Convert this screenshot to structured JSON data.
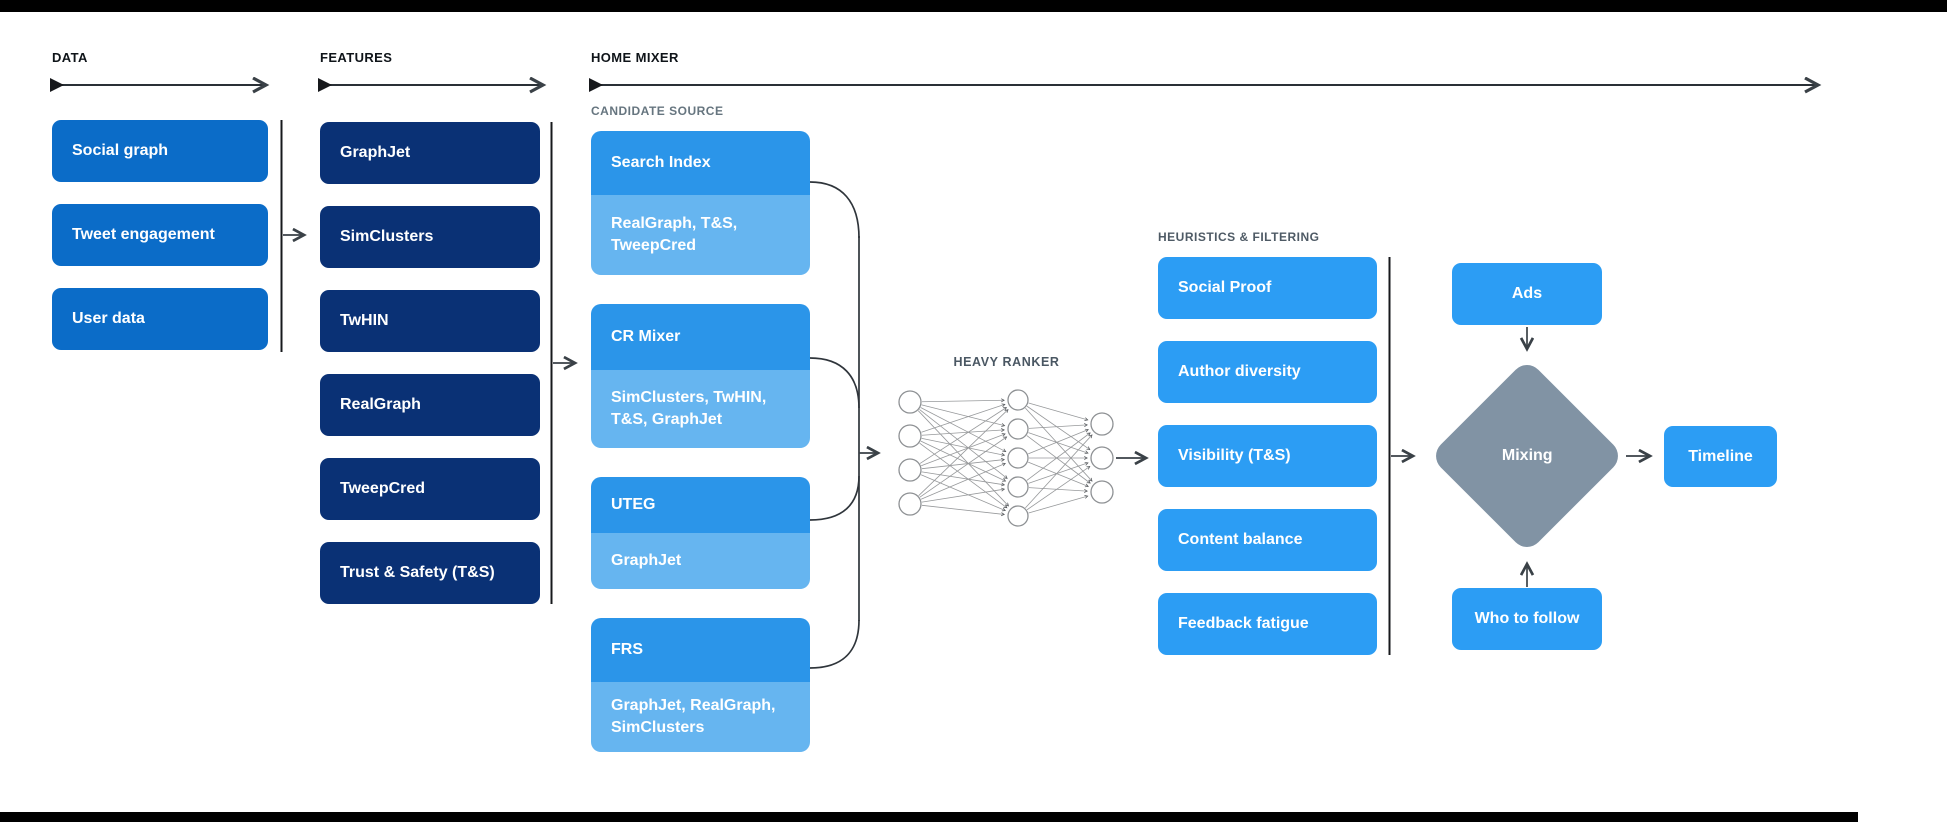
{
  "data_column": {
    "title": "DATA",
    "items": [
      "Social graph",
      "Tweet engagement",
      "User data"
    ]
  },
  "features_column": {
    "title": "FEATURES",
    "items": [
      "GraphJet",
      "SimClusters",
      "TwHIN",
      "RealGraph",
      "TweepCred",
      "Trust & Safety (T&S)"
    ]
  },
  "home_mixer": {
    "title": "HOME MIXER",
    "candidate_source_label": "CANDIDATE SOURCE",
    "candidate_sources": [
      {
        "name": "Search Index",
        "features": "RealGraph, T&S, TweepCred"
      },
      {
        "name": "CR Mixer",
        "features": "SimClusters, TwHIN, T&S, GraphJet"
      },
      {
        "name": "UTEG",
        "features": "GraphJet"
      },
      {
        "name": "FRS",
        "features": "GraphJet, RealGraph, SimClusters"
      }
    ],
    "heavy_ranker": {
      "label": "HEAVY RANKER",
      "layers": [
        4,
        5,
        3
      ]
    },
    "heuristics_label": "HEURISTICS & FILTERING",
    "heuristics": [
      "Social Proof",
      "Author diversity",
      "Visibility (T&S)",
      "Content balance",
      "Feedback fatigue"
    ],
    "ads_label": "Ads",
    "mixing_label": "Mixing",
    "who_to_follow_label": "Who to follow",
    "timeline_label": "Timeline"
  },
  "colors": {
    "data_box_blue": "#0b6cc8",
    "feature_box_navy": "#0a3175",
    "candidate_head_blue": "#2b95e9",
    "candidate_sub_blue": "#66b5f0",
    "bright_blue": "#2c9df4",
    "diamond_gray": "#8193a4",
    "arrow_dark": "#3a4147",
    "header_text": "#0f1419",
    "muted_label": "#66757f",
    "ranker_label": "#4a5763"
  }
}
